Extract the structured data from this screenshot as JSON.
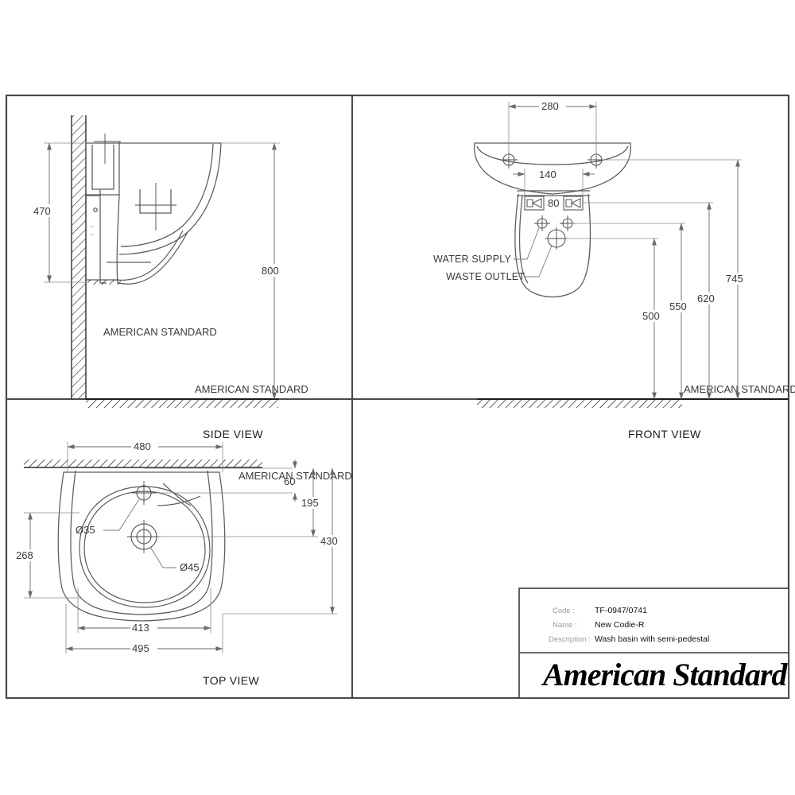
{
  "drawing": {
    "views": {
      "side": {
        "label": "SIDE VIEW"
      },
      "front": {
        "label": "FRONT VIEW"
      },
      "top": {
        "label": "TOP VIEW"
      }
    },
    "dimensions": {
      "side": {
        "height_rim": "470",
        "height_total": "800"
      },
      "front": {
        "tap_spread": "280",
        "valve_spread": "140",
        "waste_offset": "80",
        "waste_outlet_h": "500",
        "water_supply_h": "550",
        "valve_h": "620",
        "rim_h": "745"
      },
      "top": {
        "width_rear": "480",
        "depth_rear_offset": "60",
        "depth_bowl": "195",
        "depth_total": "430",
        "depth_bowl_inner": "268",
        "hole_tap": "Ø35",
        "hole_waste": "Ø45",
        "width_bowl": "413",
        "width_total": "495"
      }
    },
    "labels": {
      "water_supply": "WATER SUPPLY",
      "waste_outlet": "WASTE OUTLET"
    }
  },
  "title_block": {
    "rows": [
      {
        "key": "Code :",
        "value": "TF-0947/0741"
      },
      {
        "key": "Name :",
        "value": "New Codie-R"
      },
      {
        "key": "Description :",
        "value": "Wash basin with semi-pedestal"
      }
    ],
    "brand": "American Standard"
  },
  "colors": {
    "frame": "#4a4a4a",
    "line": "#5a5a5a",
    "dim": "#6a6a6a",
    "text": "#3a3a3a",
    "ink": "#111111"
  }
}
